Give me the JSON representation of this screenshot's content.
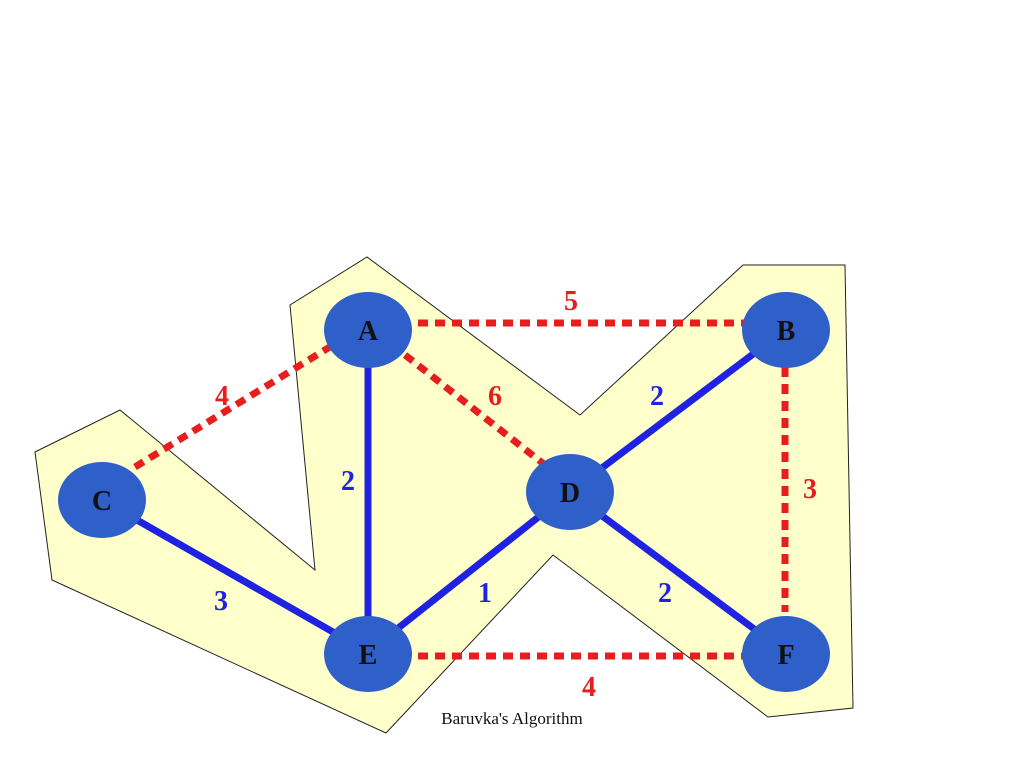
{
  "caption": "Baruvka's Algorithm",
  "colors": {
    "region_fill": "#ffffcc",
    "region_stroke": "#222222",
    "node": "#2f5fc8",
    "tree_edge": "#1f22e0",
    "candidate_edge": "#e81d1d"
  },
  "nodes": {
    "A": "A",
    "B": "B",
    "C": "C",
    "D": "D",
    "E": "E",
    "F": "F"
  },
  "edges": [
    {
      "id": "A-B",
      "from": "A",
      "to": "B",
      "weight": "5",
      "style": "dashed-red"
    },
    {
      "id": "C-A",
      "from": "C",
      "to": "A",
      "weight": "4",
      "style": "dashed-red"
    },
    {
      "id": "A-D",
      "from": "A",
      "to": "D",
      "weight": "6",
      "style": "dashed-red"
    },
    {
      "id": "A-E",
      "from": "A",
      "to": "E",
      "weight": "2",
      "style": "solid-blue"
    },
    {
      "id": "D-B",
      "from": "D",
      "to": "B",
      "weight": "2",
      "style": "solid-blue"
    },
    {
      "id": "B-F",
      "from": "B",
      "to": "F",
      "weight": "3",
      "style": "dashed-red"
    },
    {
      "id": "C-E",
      "from": "C",
      "to": "E",
      "weight": "3",
      "style": "solid-blue"
    },
    {
      "id": "E-D",
      "from": "E",
      "to": "D",
      "weight": "1",
      "style": "solid-blue"
    },
    {
      "id": "D-F",
      "from": "D",
      "to": "F",
      "weight": "2",
      "style": "solid-blue"
    },
    {
      "id": "E-F",
      "from": "E",
      "to": "F",
      "weight": "4",
      "style": "dashed-red"
    }
  ]
}
